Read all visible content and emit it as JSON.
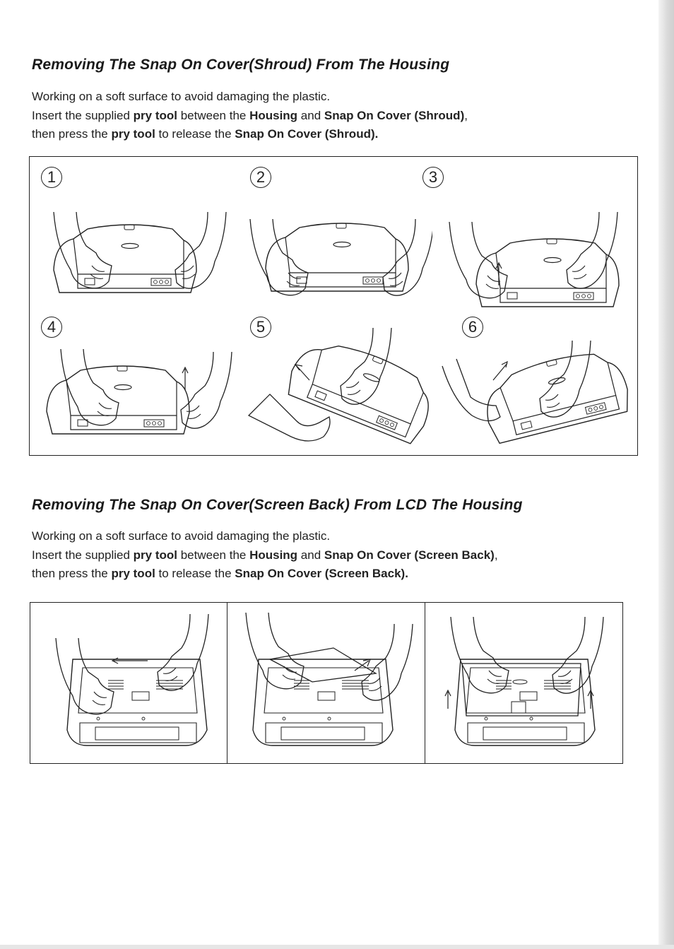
{
  "section1": {
    "title": "Removing The Snap On Cover(Shroud) From The Housing",
    "line1": "Working on a soft surface to avoid damaging the plastic.",
    "line2": {
      "t1": "Insert the supplied ",
      "b1": "pry tool",
      "t2": " between the ",
      "b2": "Housing",
      "t3": " and ",
      "b3": "Snap On Cover (Shroud)",
      "t4": ","
    },
    "line3": {
      "t1": "then press the ",
      "b1": "pry tool",
      "t2": " to release the ",
      "b2": "Snap On Cover (Shroud)."
    },
    "steps": [
      "1",
      "2",
      "3",
      "4",
      "5",
      "6"
    ]
  },
  "section2": {
    "title": "Removing The Snap On Cover(Screen Back) From LCD The Housing",
    "line1": "Working on a soft surface to avoid damaging the plastic.",
    "line2": {
      "t1": "Insert the supplied ",
      "b1": "pry tool",
      "t2": " between the ",
      "b2": "Housing",
      "t3": " and ",
      "b3": "Snap On Cover (Screen Back)",
      "t4": ","
    },
    "line3": {
      "t1": "then press the ",
      "b1": "pry tool",
      "t2": " to release the ",
      "b2": "Snap On Cover (Screen Back)."
    }
  }
}
